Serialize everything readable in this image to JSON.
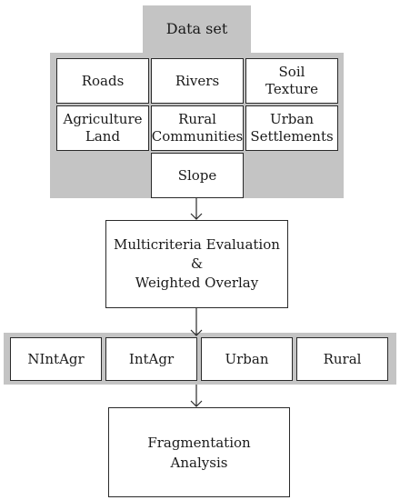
{
  "diagram": {
    "dataset": {
      "title": "Data set",
      "items": [
        "Roads",
        "Rivers",
        "Soil\nTexture",
        "Agriculture\nLand",
        "Rural\nCommunities",
        "Urban\nSettlements",
        "Slope"
      ]
    },
    "process": {
      "label": "Multicriteria Evaluation\n&\nWeighted Overlay"
    },
    "classes": {
      "items": [
        "NIntAgr",
        "IntAgr",
        "Urban",
        "Rural"
      ]
    },
    "output": {
      "label": "Fragmentation\nAnalysis"
    }
  }
}
